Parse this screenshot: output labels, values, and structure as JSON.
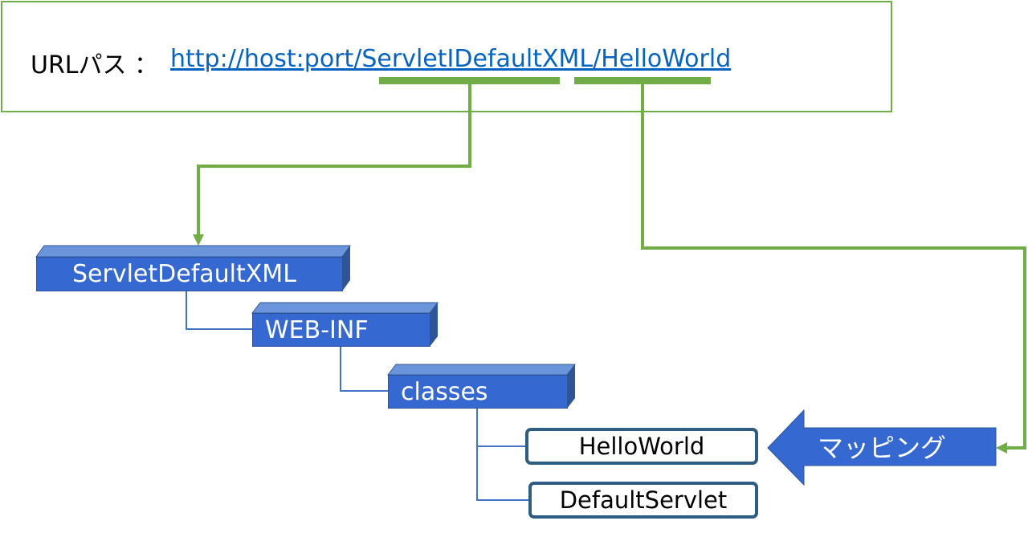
{
  "url": {
    "label": "URLパス ：",
    "link": "http://host:port/ServletIDefaultXML/HelloWorld"
  },
  "tree": {
    "root": "ServletDefaultXML",
    "web_inf": "WEB-INF",
    "classes": "classes",
    "servlets": [
      "HelloWorld",
      "DefaultServlet"
    ]
  },
  "mapping_label": "マッピング",
  "colors": {
    "panel_border": "#70AD47",
    "connector": "#70AD47",
    "folder_fill": "#3569D1",
    "folder_dark": "#2F5597",
    "folder_top": "#6B95DA",
    "tree_line": "#4472C4",
    "servlet_border": "#2E5C82",
    "link": "#0563C1"
  }
}
